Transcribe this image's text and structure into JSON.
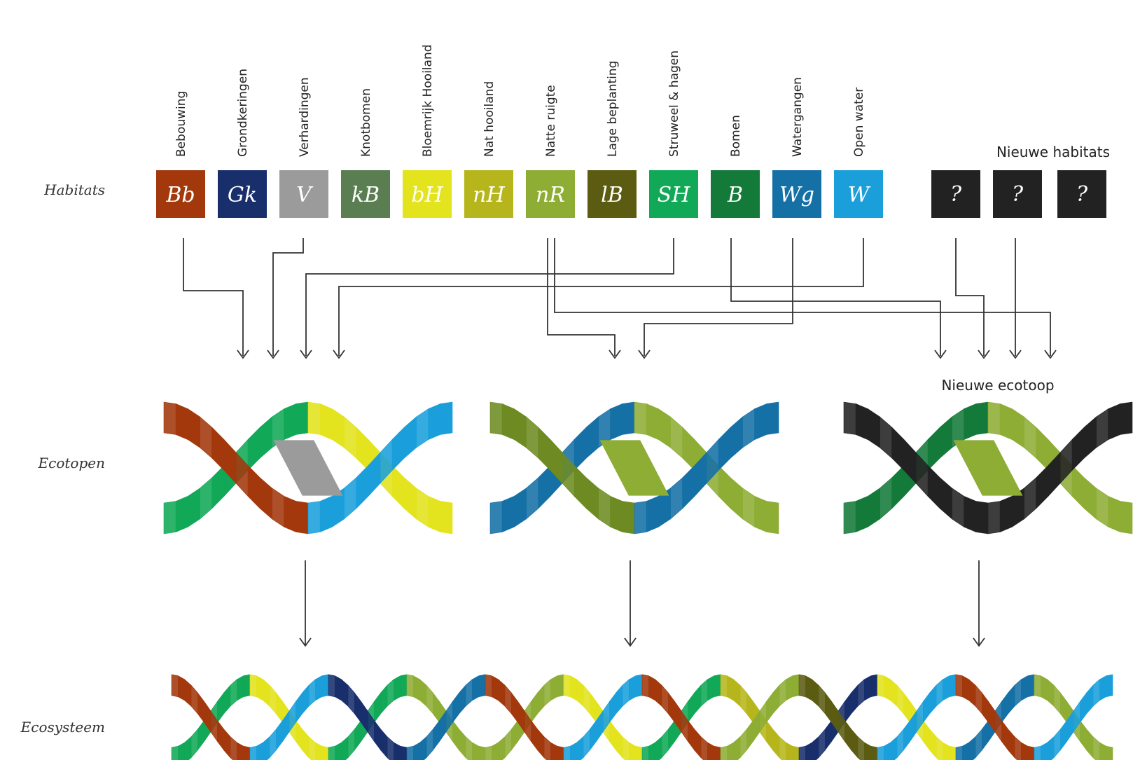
{
  "rows": {
    "habitats": "Habitats",
    "ecotopen": "Ecotopen",
    "ecosysteem": "Ecosysteem"
  },
  "notes": {
    "new_habitats": "Nieuwe habitats",
    "new_ecotope": "Nieuwe ecotoop"
  },
  "habitats": [
    {
      "name": "Bebouwing",
      "code": "Bb",
      "color": "#a2380c"
    },
    {
      "name": "Grondkeringen",
      "code": "Gk",
      "color": "#182f6c"
    },
    {
      "name": "Verhardingen",
      "code": "V",
      "color": "#9b9b9b"
    },
    {
      "name": "Knotbomen",
      "code": "kB",
      "color": "#5a7d52"
    },
    {
      "name": "Bloemrijk Hooiland",
      "code": "bH",
      "color": "#e3e31e"
    },
    {
      "name": "Nat hooiland",
      "code": "nH",
      "color": "#b6b61c"
    },
    {
      "name": "Natte ruigte",
      "code": "nR",
      "color": "#8ead34"
    },
    {
      "name": "Lage beplanting",
      "code": "lB",
      "color": "#5b5c12"
    },
    {
      "name": "Struweel & hagen",
      "code": "SH",
      "color": "#11a857"
    },
    {
      "name": "Bomen",
      "code": "B",
      "color": "#137a3a"
    },
    {
      "name": "Watergangen",
      "code": "Wg",
      "color": "#1570a6"
    },
    {
      "name": "Open water",
      "code": "W",
      "color": "#1a9fdb"
    }
  ],
  "new_habitats": [
    {
      "code": "?",
      "color": "#222222"
    },
    {
      "code": "?",
      "color": "#222222"
    },
    {
      "code": "?",
      "color": "#222222"
    }
  ],
  "ecotopes": [
    {
      "top_a": "#a2380c",
      "top_b": "#1a9fdb",
      "bot_a": "#11a857",
      "bot_b": "#e3e31e",
      "cross": "#9b9b9b"
    },
    {
      "top_a": "#6d8b22",
      "top_b": "#1570a6",
      "bot_a": "#1570a6",
      "bot_b": "#8ead34",
      "cross": "#8ead34"
    },
    {
      "top_a": "#222222",
      "top_b": "#222222",
      "bot_a": "#137a3a",
      "bot_b": "#8ead34",
      "cross": "#8ead34"
    }
  ],
  "ecosystem": [
    {
      "top_a": "#a2380c",
      "top_b": "#1a9fdb",
      "bot_a": "#11a857",
      "bot_b": "#e3e31e"
    },
    {
      "top_a": "#182f6c",
      "top_b": "#1570a6",
      "bot_a": "#11a857",
      "bot_b": "#8ead34"
    },
    {
      "top_a": "#a2380c",
      "top_b": "#1a9fdb",
      "bot_a": "#8ead34",
      "bot_b": "#e3e31e"
    },
    {
      "top_a": "#a2380c",
      "top_b": "#8ead34",
      "bot_a": "#11a857",
      "bot_b": "#b6b61c"
    },
    {
      "top_a": "#5b5c12",
      "top_b": "#1a9fdb",
      "bot_a": "#182f6c",
      "bot_b": "#e3e31e"
    },
    {
      "top_a": "#a2380c",
      "top_b": "#1a9fdb",
      "bot_a": "#1570a6",
      "bot_b": "#8ead34"
    }
  ]
}
